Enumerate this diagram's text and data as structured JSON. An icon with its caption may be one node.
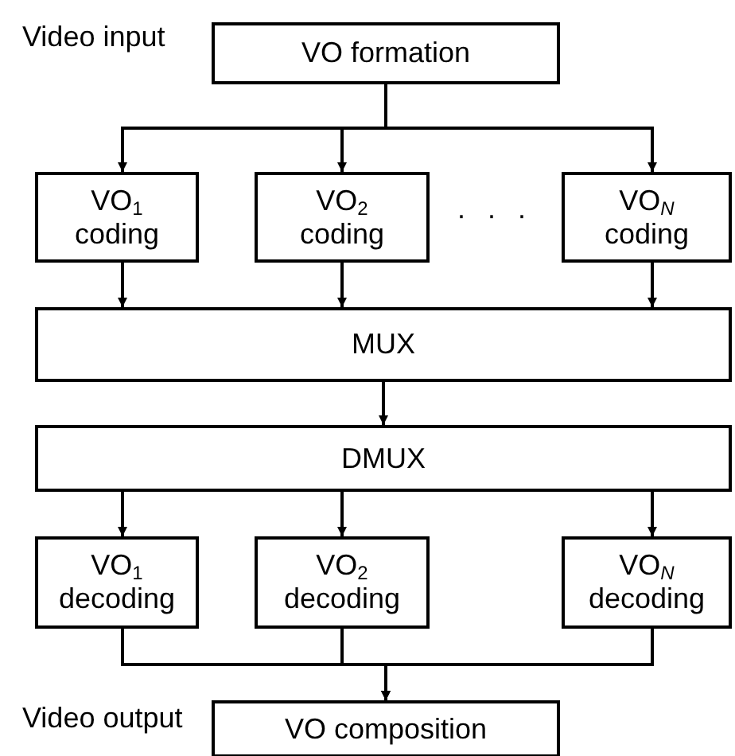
{
  "diagram": {
    "nodes": [
      {
        "text": [
          "VO formation"
        ],
        "beside": [
          "Video input"
        ]
      },
      {
        "text": [
          "VO$_{1}$ coding"
        ]
      },
      {
        "text": [
          "VO$_{2}$ coding"
        ]
      },
      {
        "text": [
          "VO$_{N}$ coding"
        ]
      },
      {
        "text": [
          "MUX"
        ]
      },
      {
        "text": [
          "DMUX"
        ]
      },
      {
        "text": [
          "VO$_{1}$ decoding"
        ]
      },
      {
        "text": [
          "VO$_{2}$ decoding"
        ]
      },
      {
        "text": [
          "VO$_{N}$ decoding"
        ]
      },
      {
        "text": [
          "VO composition"
        ],
        "beside": [
          "Video output"
        ]
      }
    ],
    "edges": [
      {
        "from": 0,
        "to": 1,
        "arrow": "to"
      },
      {
        "from": 0,
        "to": 2,
        "arrow": "to"
      },
      {
        "from": 0,
        "to": 3,
        "arrow": "to"
      },
      {
        "from": 1,
        "to": 4,
        "arrow": "to"
      },
      {
        "from": 2,
        "to": 4,
        "arrow": "to"
      },
      {
        "from": 3,
        "to": 4,
        "arrow": "to"
      },
      {
        "from": 4,
        "to": 5,
        "arrow": "to"
      },
      {
        "from": 5,
        "to": 6,
        "arrow": "to"
      },
      {
        "from": 5,
        "to": 7,
        "arrow": "to"
      },
      {
        "from": 5,
        "to": 8,
        "arrow": "to"
      },
      {
        "from": 6,
        "to": 9,
        "arrow": "to"
      },
      {
        "from": 7,
        "to": 9,
        "arrow": "to"
      },
      {
        "from": 8,
        "to": 9,
        "arrow": "to"
      }
    ],
    "labels": [
      "· · ·"
    ]
  }
}
